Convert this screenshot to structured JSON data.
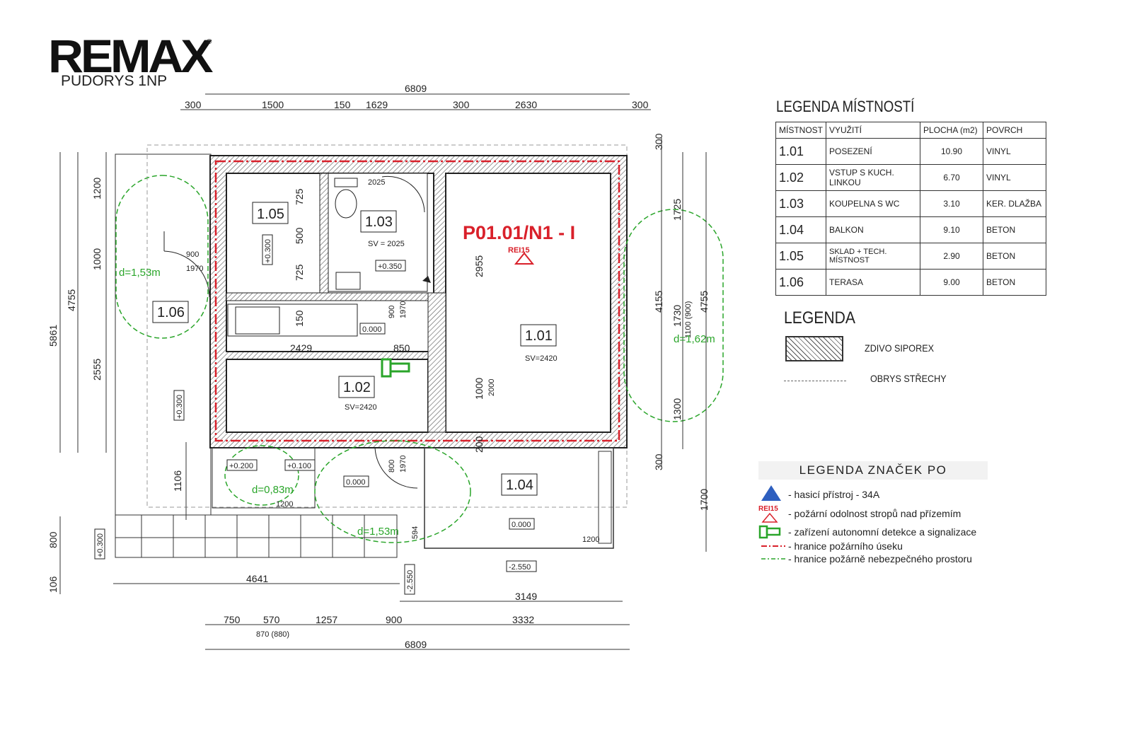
{
  "logo": {
    "text": "RE/MAX",
    "display": "REMAX"
  },
  "title": "PUDORYS 1NP",
  "fire_section": {
    "label": "P01.01/N1 - I",
    "rei": "REI15",
    "color": "#d9202a"
  },
  "colors": {
    "wall_hatch": "#555555",
    "fire_red": "#d9202a",
    "green": "#2aa52a",
    "blue_triangle": "#2e5fbf"
  },
  "rooms": [
    {
      "num": "1.01",
      "sv": "SV=2420"
    },
    {
      "num": "1.02",
      "sv": "SV=2420"
    },
    {
      "num": "1.03",
      "sv": "SV = 2025"
    },
    {
      "num": "1.04"
    },
    {
      "num": "1.05"
    },
    {
      "num": "1.06"
    }
  ],
  "levels": [
    "+0.300",
    "+0.350",
    "0.000",
    "+0.300",
    "+0.200",
    "+0.100",
    "0.000",
    "0.000",
    "+0.300",
    "-2.550",
    "-2.550"
  ],
  "distances": [
    "d=1,53m",
    "d=1,62m",
    "d=0,83m",
    "d=1,53m"
  ],
  "dims_top": {
    "total": "6809",
    "segments": [
      "300",
      "1500",
      "150",
      "1629",
      "300",
      "2630",
      "300"
    ]
  },
  "dims_bottom": {
    "total": "6809",
    "segments": [
      "750",
      "570",
      "1257",
      "900",
      "3332"
    ],
    "extra": "870 (880)"
  },
  "dims_left": [
    "1200",
    "1000",
    "2555",
    "4755",
    "5861",
    "1106",
    "800",
    "106"
  ],
  "dims_right": [
    "300",
    "1725",
    "4155",
    "1730",
    "1100 (900)",
    "4755",
    "1300",
    "300",
    "1700"
  ],
  "dims_inner": [
    "725",
    "500",
    "725",
    "150",
    "2955",
    "1000",
    "2000",
    "200",
    "2429",
    "850",
    "900",
    "1970",
    "900",
    "1970",
    "800",
    "1970",
    "4641",
    "3149",
    "594",
    "1200",
    "1200",
    "2025"
  ],
  "legend_rooms": {
    "title": "LEGENDA MÍSTNOSTÍ",
    "headers": [
      "MÍSTNOST",
      "VYUŽITÍ",
      "PLOCHA (m2)",
      "POVRCH"
    ],
    "rows": [
      [
        "1.01",
        "POSEZENÍ",
        "10.90",
        "VINYL"
      ],
      [
        "1.02",
        "VSTUP S KUCH. LINKOU",
        "6.70",
        "VINYL"
      ],
      [
        "1.03",
        "KOUPELNA S WC",
        "3.10",
        "KER. DLAŽBA"
      ],
      [
        "1.04",
        "BALKON",
        "9.10",
        "BETON"
      ],
      [
        "1.05",
        "SKLAD + TECH. MÍSTNOST",
        "2.90",
        "BETON"
      ],
      [
        "1.06",
        "TERASA",
        "9.00",
        "BETON"
      ]
    ]
  },
  "legend": {
    "title": "LEGENDA",
    "items": [
      "ZDIVO SIPOREX",
      "OBRYS STŘECHY"
    ]
  },
  "legend_po": {
    "title": "LEGENDA ZNAČEK PO",
    "rei": "REI15",
    "items": [
      "- hasicí přístroj - 34A",
      "- požární odolnost stropů nad přízemím",
      "- zařízení autonomní detekce a signalizace",
      "- hranice požárního úseku",
      "- hranice požárně nebezpečného prostoru"
    ]
  }
}
